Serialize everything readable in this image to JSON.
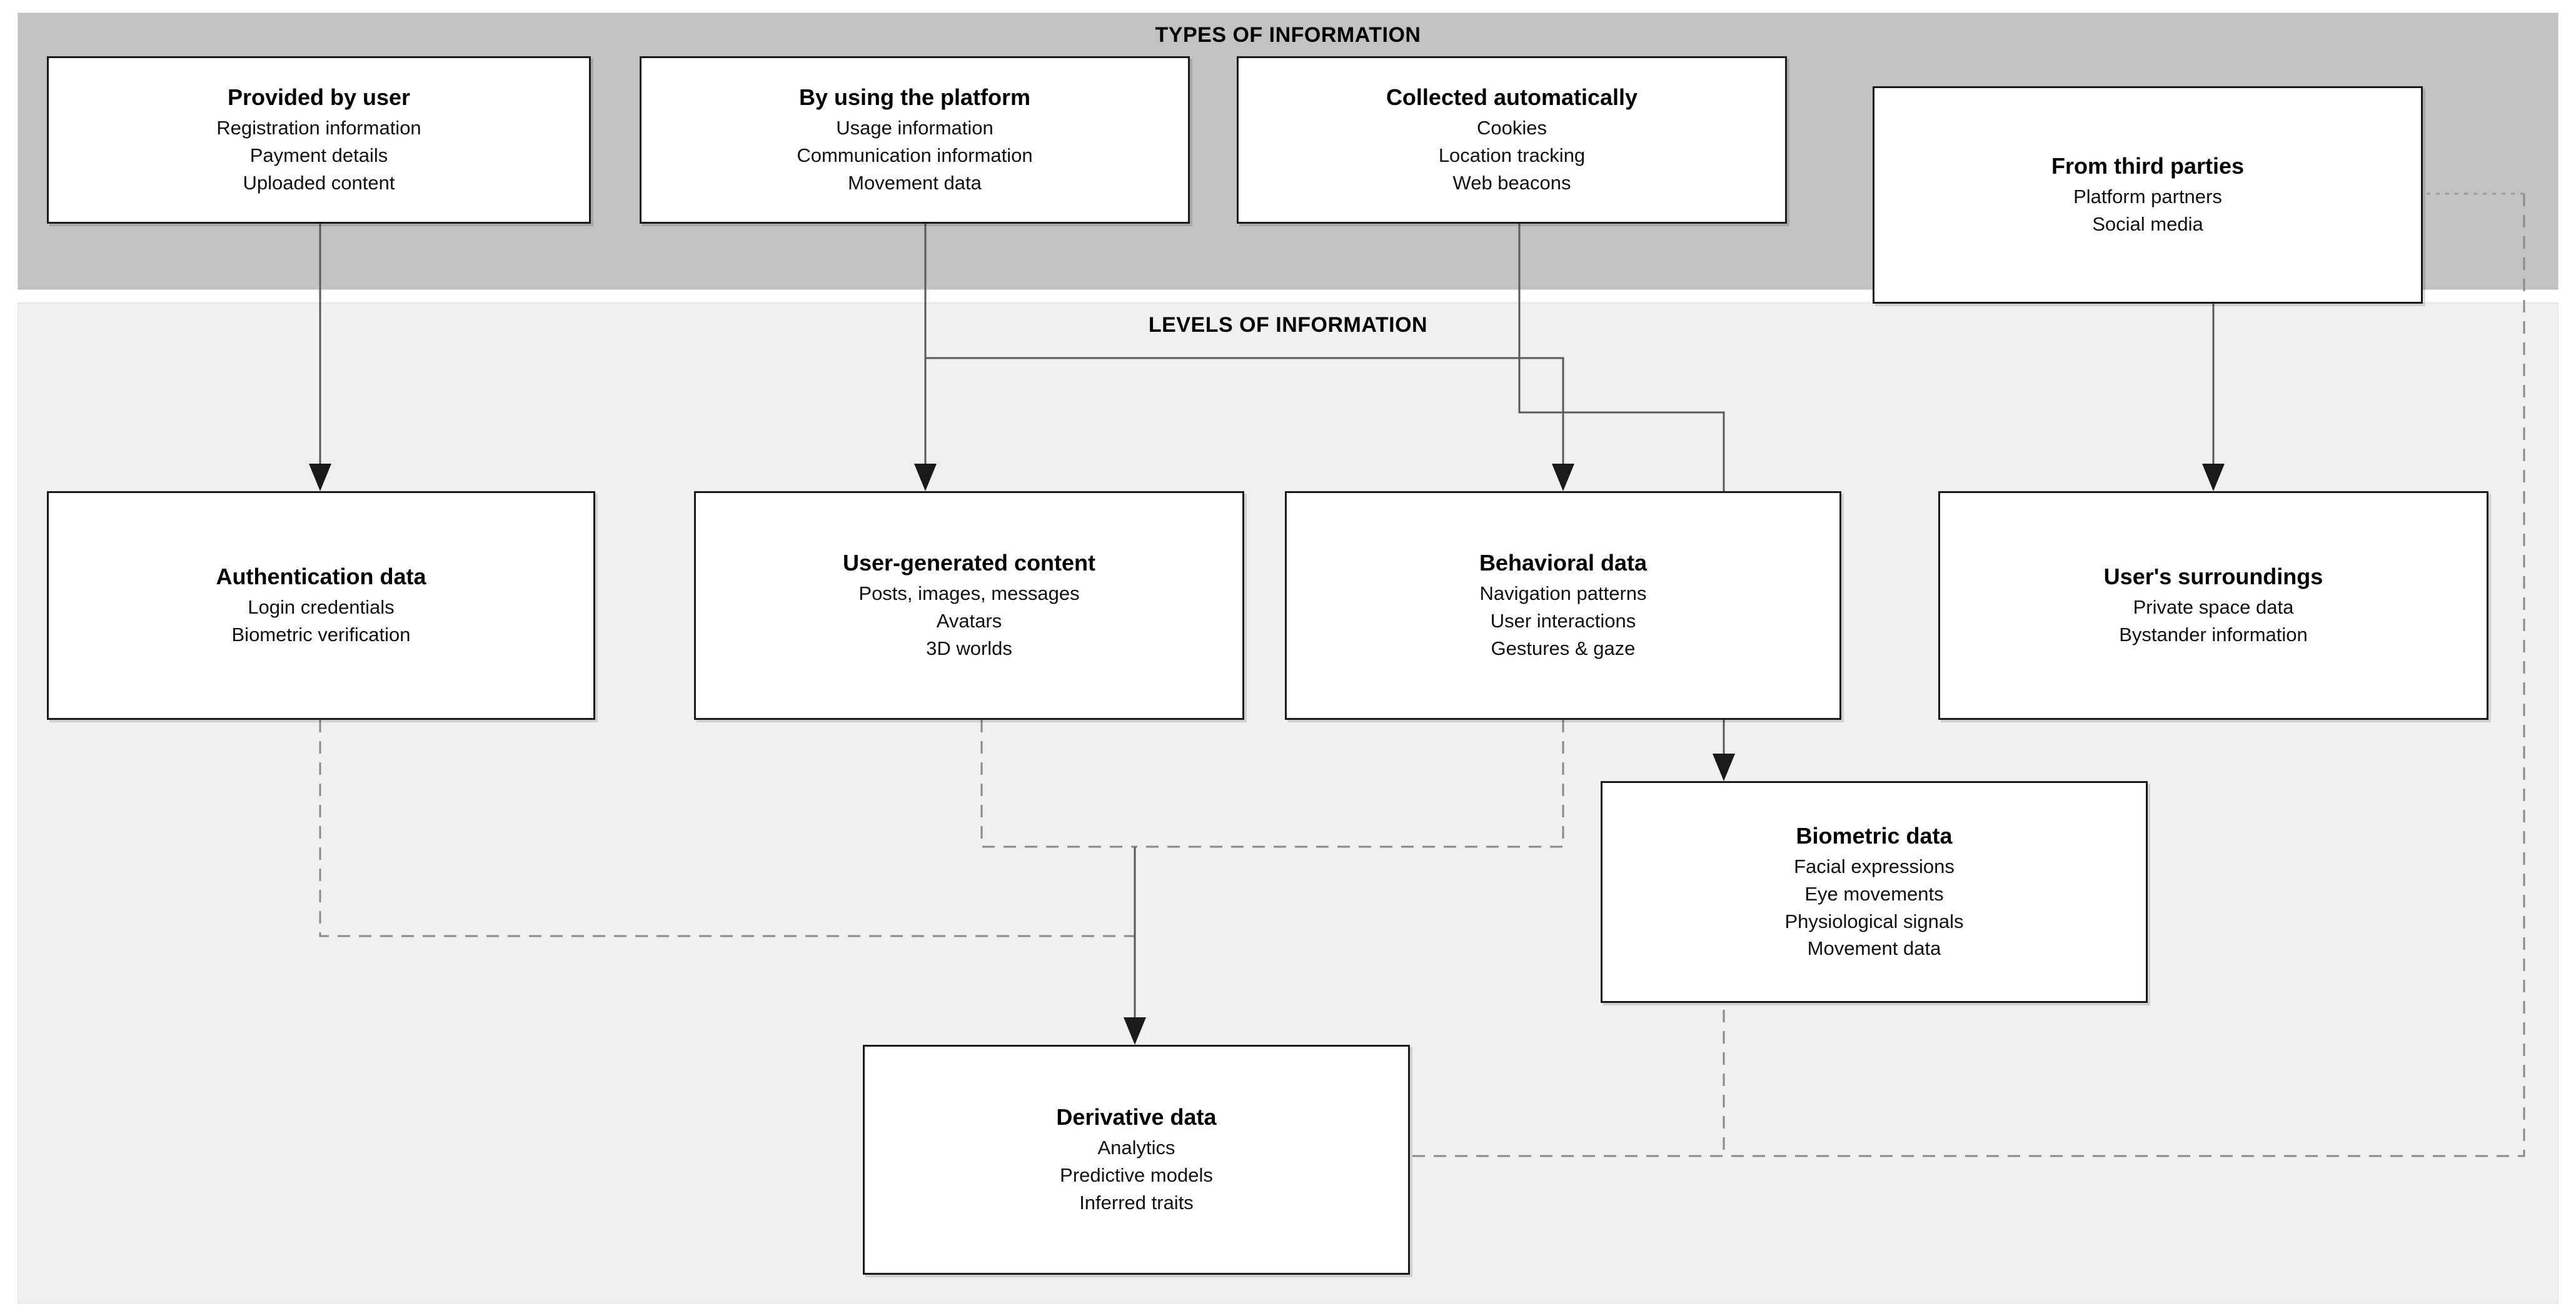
{
  "diagram": {
    "bands": [
      {
        "id": "types",
        "title": "TYPES OF INFORMATION"
      },
      {
        "id": "levels",
        "title": "LEVELS OF INFORMATION"
      }
    ],
    "types_nodes": [
      {
        "title": "Provided by user",
        "items": [
          "Registration information",
          "Payment details",
          "Uploaded content"
        ]
      },
      {
        "title": "By using the platform",
        "items": [
          "Usage information",
          "Communication information",
          "Movement data"
        ]
      },
      {
        "title": "Collected automatically",
        "items": [
          "Cookies",
          "Location tracking",
          "Web beacons"
        ]
      },
      {
        "title": "From third parties",
        "items": [
          "Platform partners",
          "Social media"
        ]
      }
    ],
    "levels_nodes": [
      {
        "title": "Authentication data",
        "items": [
          "Login credentials",
          "Biometric verification"
        ]
      },
      {
        "title": "User-generated content",
        "items": [
          "Posts, images, messages",
          "Avatars",
          "3D worlds"
        ]
      },
      {
        "title": "Behavioral data",
        "items": [
          "Navigation patterns",
          "User interactions",
          "Gestures & gaze"
        ]
      },
      {
        "title": "User's surroundings",
        "items": [
          "Private space data",
          "Bystander information"
        ]
      },
      {
        "title": "Biometric data",
        "items": [
          "Facial expressions",
          "Eye movements",
          "Physiological signals",
          "Movement data"
        ]
      },
      {
        "title": "Derivative data",
        "items": [
          "Analytics",
          "Predictive models",
          "Inferred traits"
        ]
      }
    ],
    "colors": {
      "types_band": "#c2c2c2",
      "levels_band": "#f0f0f0",
      "node_fill": "#ffffff",
      "node_border": "#1a1a1a",
      "solid_connector": "#5a5a5a",
      "dashed_connector": "#8a8a8a",
      "page_background": "#ffffff"
    },
    "connections": [
      {
        "from": "Provided by user",
        "to": "Authentication data",
        "style": "solid-arrow"
      },
      {
        "from": "By using the platform",
        "to": "User-generated content",
        "style": "solid-arrow"
      },
      {
        "from": "By using the platform",
        "to": "Behavioral data",
        "style": "solid-arrow"
      },
      {
        "from": "Collected automatically",
        "to": "Biometric data",
        "style": "solid-arrow"
      },
      {
        "from": "From third parties",
        "to": "User's surroundings",
        "style": "solid-arrow"
      },
      {
        "from": "From third parties",
        "to": "Derivative data",
        "style": "dashed-arrow"
      },
      {
        "from": "Authentication data",
        "to": "Derivative data",
        "style": "dashed-arrow"
      },
      {
        "from": "User-generated content",
        "to": "Derivative data",
        "style": "dashed-arrow"
      },
      {
        "from": "Behavioral data",
        "to": "Derivative data",
        "style": "dashed-arrow"
      },
      {
        "from": "Biometric data",
        "to": "Derivative data",
        "style": "dashed-arrow"
      }
    ]
  }
}
